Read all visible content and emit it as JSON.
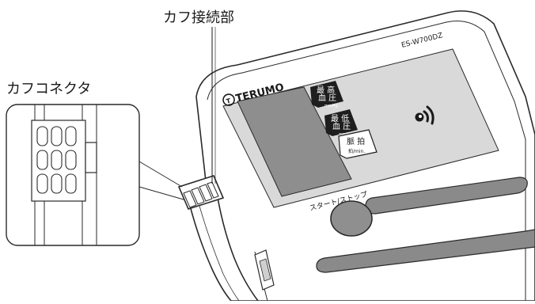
{
  "labels": {
    "cuff_connection_part": "カフ接続部",
    "cuff_connector": "カフコネクタ"
  },
  "device": {
    "brand": "TERUMO",
    "model": "ES-W700DZ",
    "panel_labels": {
      "systolic_line1": "最 高",
      "systolic_line2": "血 圧",
      "systolic_unit": "mmHg",
      "diastolic_line1": "最 低",
      "diastolic_line2": "血 圧",
      "diastolic_unit": "mmHg",
      "pulse_line1": "脈 拍",
      "pulse_unit": "拍/min."
    },
    "start_stop_label": "スタート/ストップ"
  },
  "icons": {
    "wireless": "wireless-signal-icon",
    "logo_mark": "terumo-logo-mark"
  },
  "colors": {
    "outline": "#2a2a2a",
    "panel_gray": "#d9d9d9",
    "display_gray": "#8e8e8e",
    "slot_gray": "#8a8a8a",
    "button_gray": "#8f8f8f",
    "label_black": "#1a1a1a"
  }
}
